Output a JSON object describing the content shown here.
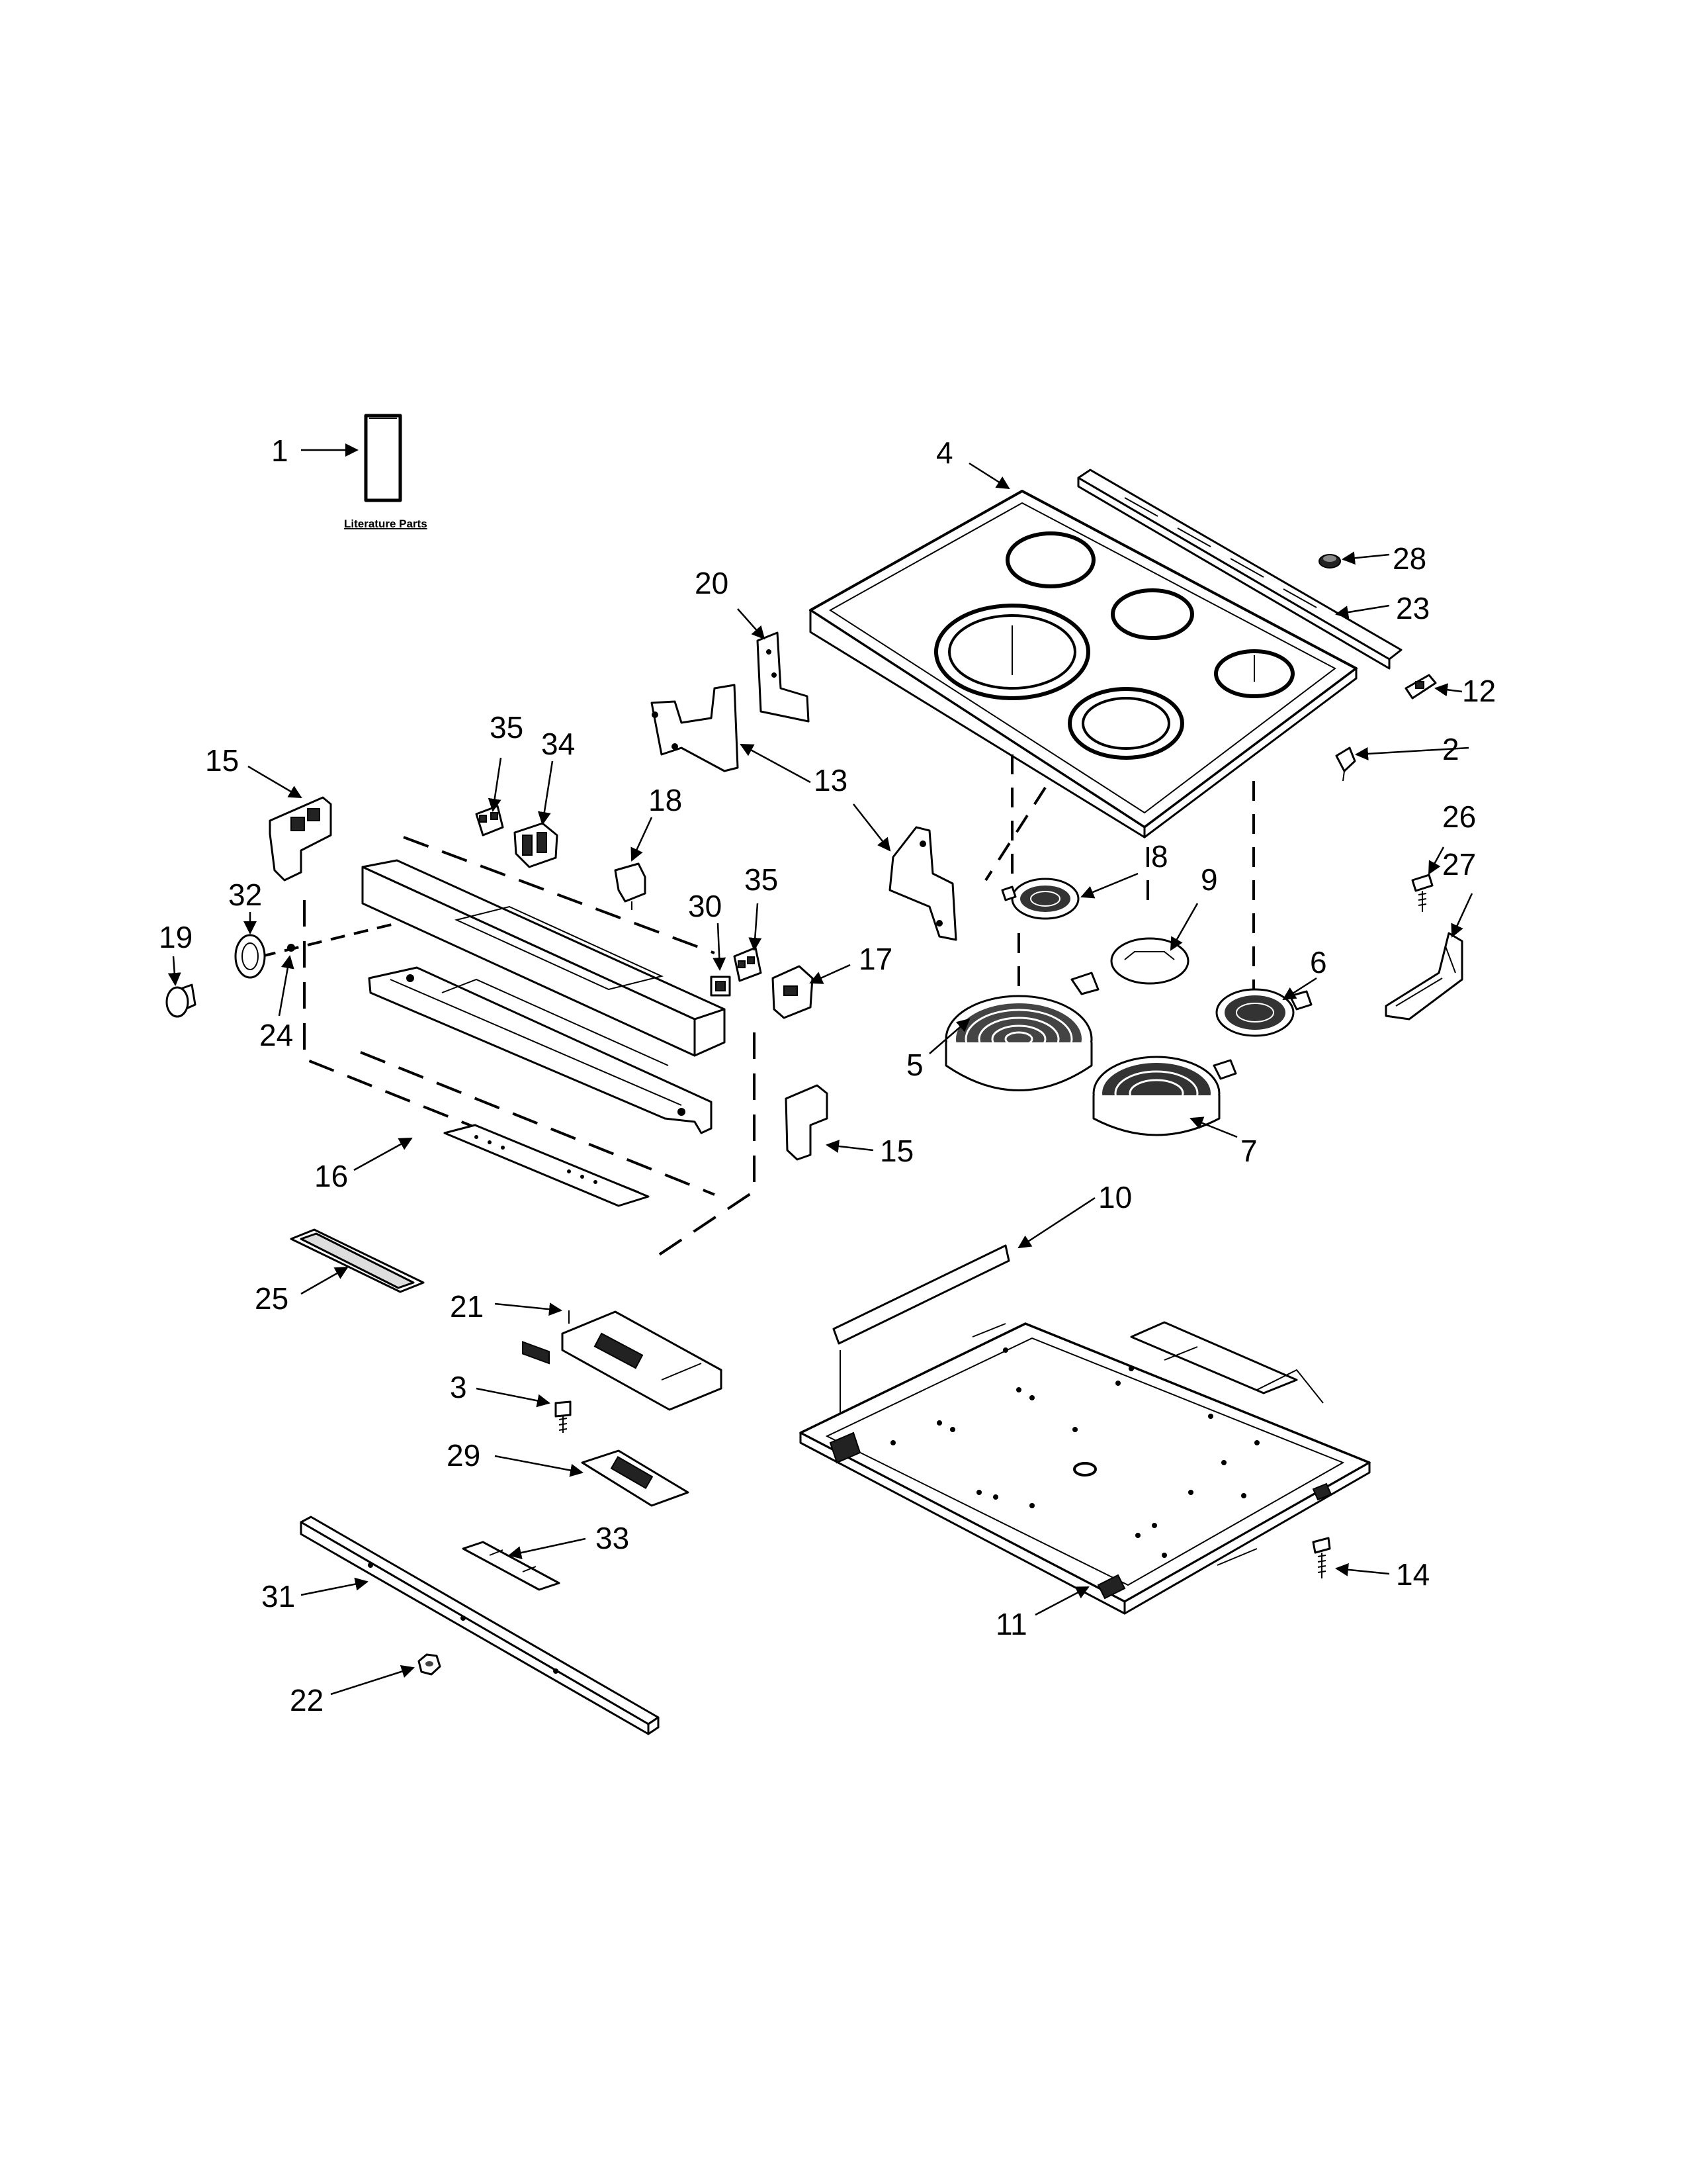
{
  "literature_label": "Literature Parts",
  "callouts": [
    {
      "id": "c1",
      "text": "1"
    },
    {
      "id": "c2",
      "text": "2"
    },
    {
      "id": "c3",
      "text": "3"
    },
    {
      "id": "c4",
      "text": "4"
    },
    {
      "id": "c5",
      "text": "5"
    },
    {
      "id": "c6",
      "text": "6"
    },
    {
      "id": "c7",
      "text": "7"
    },
    {
      "id": "c8",
      "text": "8"
    },
    {
      "id": "c9",
      "text": "9"
    },
    {
      "id": "c10",
      "text": "10"
    },
    {
      "id": "c11",
      "text": "11"
    },
    {
      "id": "c12",
      "text": "12"
    },
    {
      "id": "c13",
      "text": "13"
    },
    {
      "id": "c14",
      "text": "14"
    },
    {
      "id": "c15a",
      "text": "15"
    },
    {
      "id": "c15b",
      "text": "15"
    },
    {
      "id": "c16",
      "text": "16"
    },
    {
      "id": "c17",
      "text": "17"
    },
    {
      "id": "c18",
      "text": "18"
    },
    {
      "id": "c19",
      "text": "19"
    },
    {
      "id": "c20",
      "text": "20"
    },
    {
      "id": "c21",
      "text": "21"
    },
    {
      "id": "c22",
      "text": "22"
    },
    {
      "id": "c23",
      "text": "23"
    },
    {
      "id": "c24",
      "text": "24"
    },
    {
      "id": "c25",
      "text": "25"
    },
    {
      "id": "c26",
      "text": "26"
    },
    {
      "id": "c27",
      "text": "27"
    },
    {
      "id": "c28",
      "text": "28"
    },
    {
      "id": "c29",
      "text": "29"
    },
    {
      "id": "c30",
      "text": "30"
    },
    {
      "id": "c31",
      "text": "31"
    },
    {
      "id": "c32",
      "text": "32"
    },
    {
      "id": "c33",
      "text": "33"
    },
    {
      "id": "c34",
      "text": "34"
    },
    {
      "id": "c35a",
      "text": "35"
    },
    {
      "id": "c35b",
      "text": "35"
    }
  ]
}
